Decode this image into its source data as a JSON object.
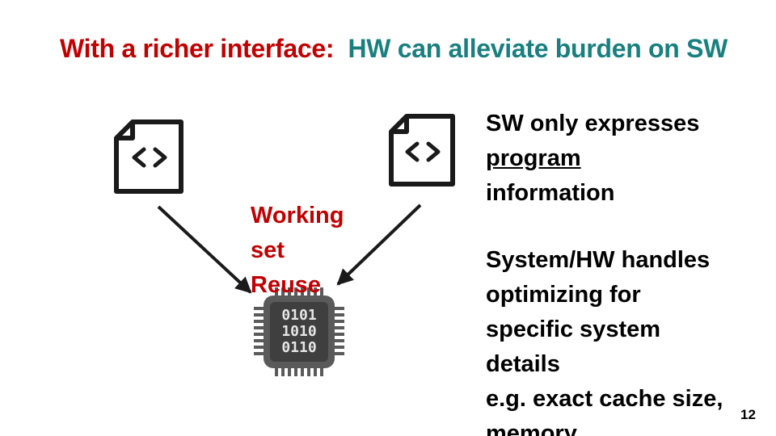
{
  "title": {
    "part1": "With a richer interface:",
    "part2": "HW can alleviate burden on SW"
  },
  "working_set_label": [
    "Working",
    "set",
    "Reuse"
  ],
  "right_text": {
    "block1": [
      "SW only expresses",
      "program",
      "information"
    ],
    "block2": [
      "System/HW handles",
      "optimizing for",
      "specific system",
      "details",
      "e.g. exact cache size,",
      "memory"
    ]
  },
  "chip_bits": [
    "0101",
    "1010",
    "0110"
  ],
  "icons": [
    "code-file-icon",
    "code-file-icon",
    "chip-icon"
  ],
  "colors": {
    "red": "#c00000",
    "teal": "#1a7f7f",
    "icon": "#1a1a1a",
    "chip": "#5a5a5a"
  },
  "page_number": "12"
}
